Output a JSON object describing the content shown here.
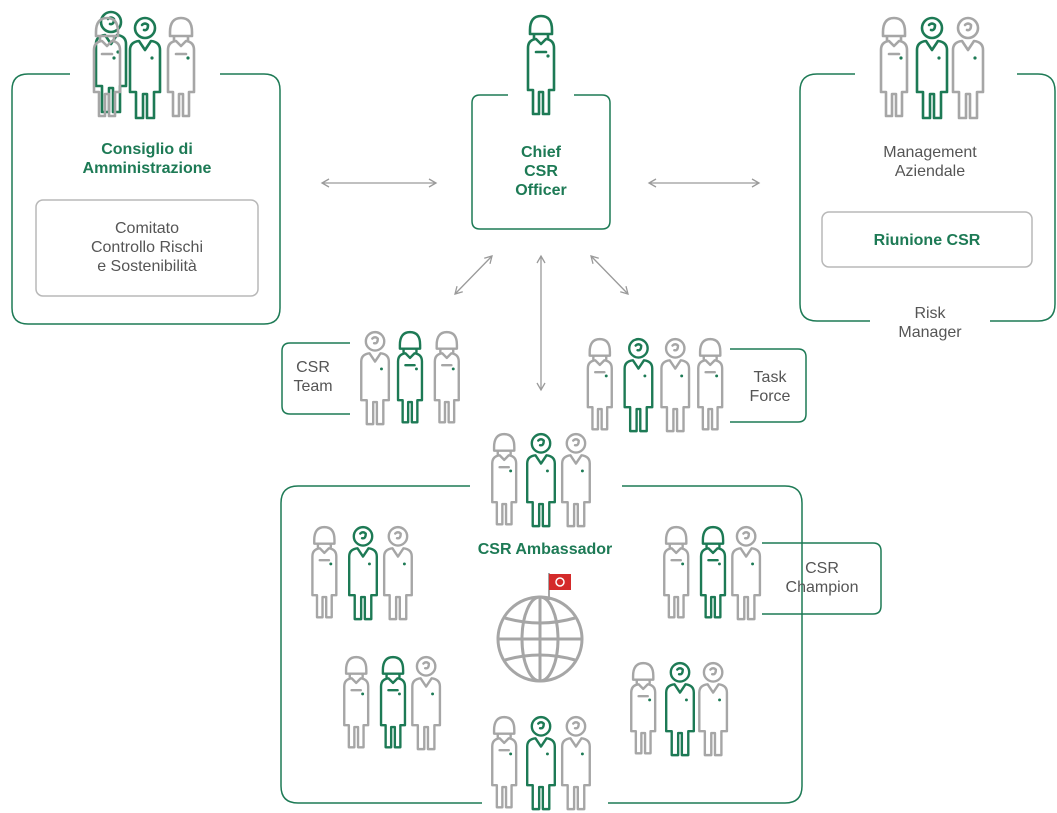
{
  "colors": {
    "accent": "#1d7a55",
    "neutral": "#a6a6a6",
    "frame": "#b8b8b8",
    "flag": "#d42a2a"
  },
  "board": {
    "title_line1": "Consiglio di",
    "title_line2": "Amministrazione",
    "committee_line1": "Comitato",
    "committee_line2": "Controllo Rischi",
    "committee_line3": "e Sostenibilità"
  },
  "chief": {
    "line1": "Chief",
    "line2": "CSR",
    "line3": "Officer"
  },
  "management": {
    "line1": "Management",
    "line2": "Aziendale",
    "meeting": "Riunione CSR",
    "risk_line1": "Risk",
    "risk_line2": "Manager"
  },
  "csr_team": {
    "line1": "CSR",
    "line2": "Team"
  },
  "task_force": {
    "line1": "Task",
    "line2": "Force"
  },
  "ambassador": {
    "title": "CSR Ambassador"
  },
  "champion": {
    "line1": "CSR",
    "line2": "Champion"
  },
  "icons": [
    "person-icon",
    "globe-icon",
    "flag-icon",
    "double-arrow-icon"
  ]
}
